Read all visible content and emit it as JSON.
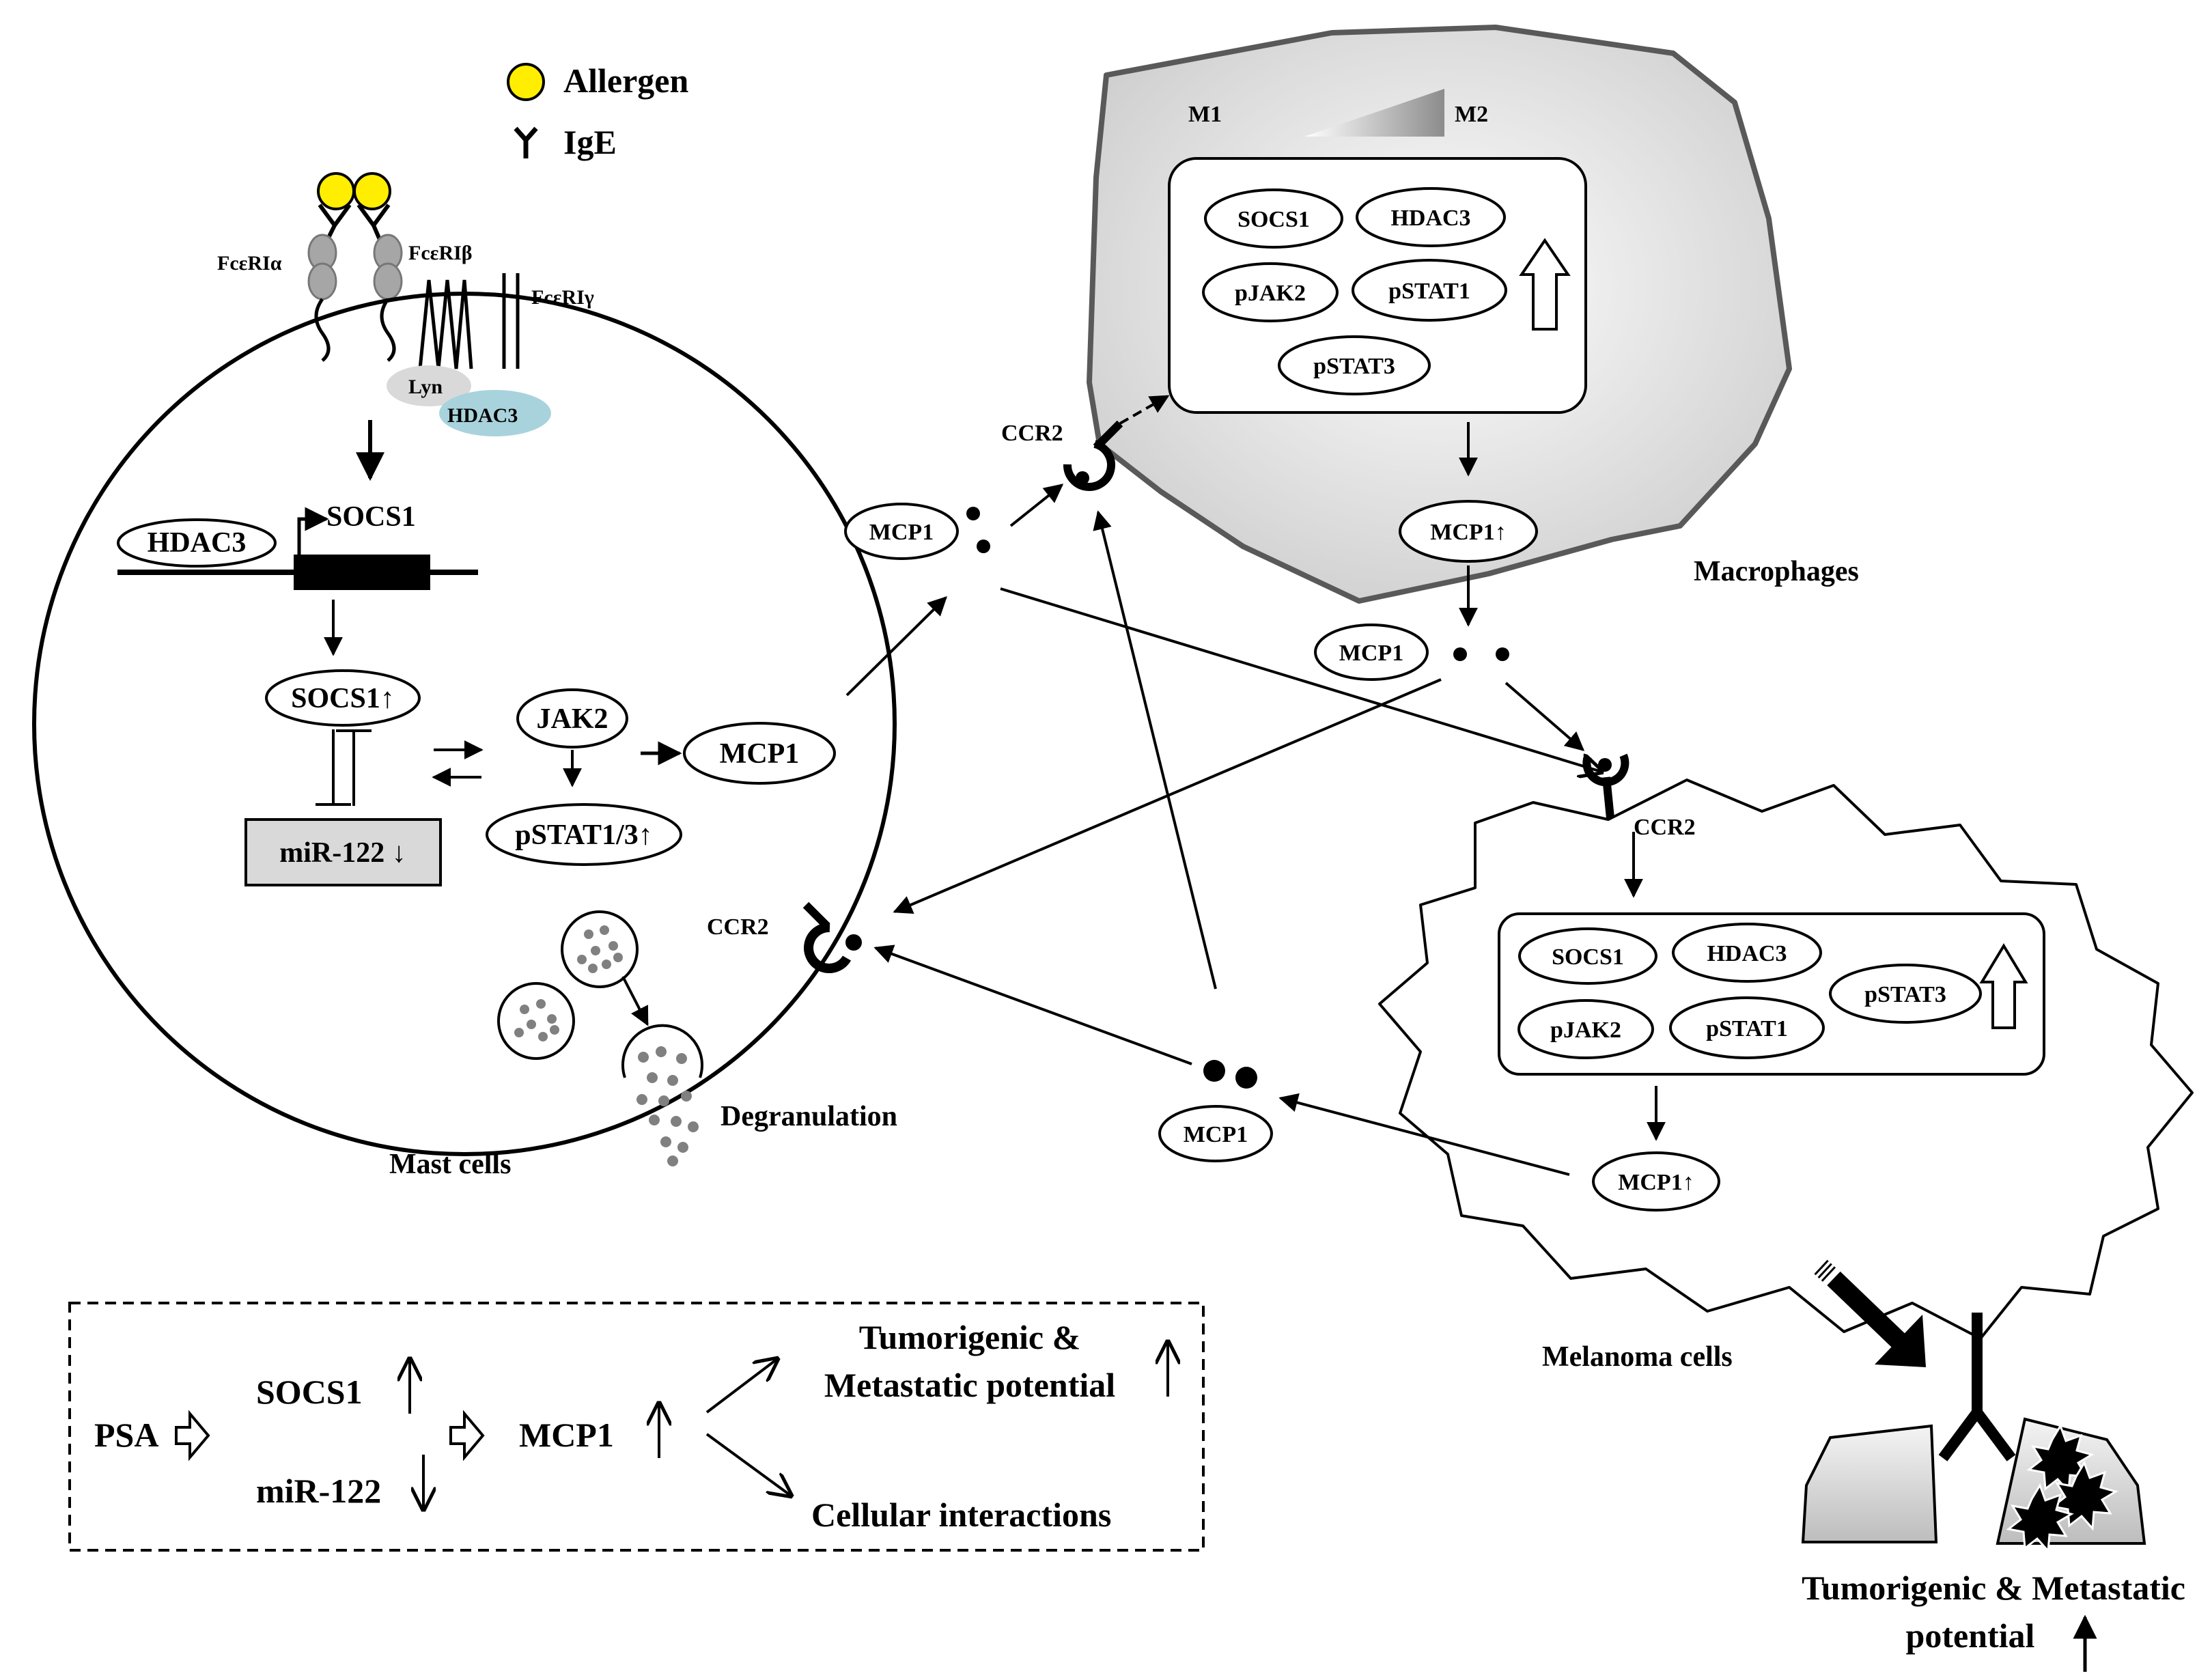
{
  "legend": {
    "allergen": "Allergen",
    "ige": "IgE"
  },
  "receptors": {
    "fceri_alpha": "FcεRIα",
    "fceri_beta": "FcεRIβ",
    "fceri_gamma": "FcεRIγ",
    "lyn": "Lyn",
    "hdac3": "HDAC3"
  },
  "mast_cell": {
    "label": "Mast cells",
    "hdac3": "HDAC3",
    "socs1_gene": "SOCS1",
    "socs1_up": "SOCS1↑",
    "jak2": "JAK2",
    "pstat": "pSTAT1/3↑",
    "mcp1": "MCP1",
    "mir122": "miR-122 ↓",
    "degranulation": "Degranulation"
  },
  "macrophage": {
    "label": "Macrophages",
    "m1": "M1",
    "m2": "M2",
    "socs1": "SOCS1",
    "hdac3": "HDAC3",
    "pjak2": "pJAK2",
    "pstat1": "pSTAT1",
    "pstat3": "pSTAT3",
    "mcp1_up": "MCP1↑"
  },
  "melanoma": {
    "label": "Melanoma cells",
    "socs1": "SOCS1",
    "hdac3": "HDAC3",
    "pstat3": "pSTAT3",
    "pjak2": "pJAK2",
    "pstat1": "pSTAT1",
    "mcp1_up": "MCP1↑"
  },
  "signals": {
    "ccr2": "CCR2",
    "mcp1": "MCP1"
  },
  "outcome": {
    "line1": "Tumorigenic & Metastatic",
    "line2": "potential"
  },
  "summary": {
    "psa": "PSA",
    "socs1": "SOCS1",
    "mir122": "miR-122",
    "mcp1": "MCP1",
    "tumor_line1": "Tumorigenic &",
    "tumor_line2": "Metastatic potential",
    "cellular": "Cellular interactions"
  },
  "colors": {
    "allergen": "#ffee00",
    "receptor_grey": "#a6a6a6",
    "lyn": "#d9d9d9",
    "hdac3_blob": "#a9d3dc",
    "mir_box": "#d9d9d9",
    "macrophage_fill": "#d9d9d9",
    "granule": "#808080"
  }
}
